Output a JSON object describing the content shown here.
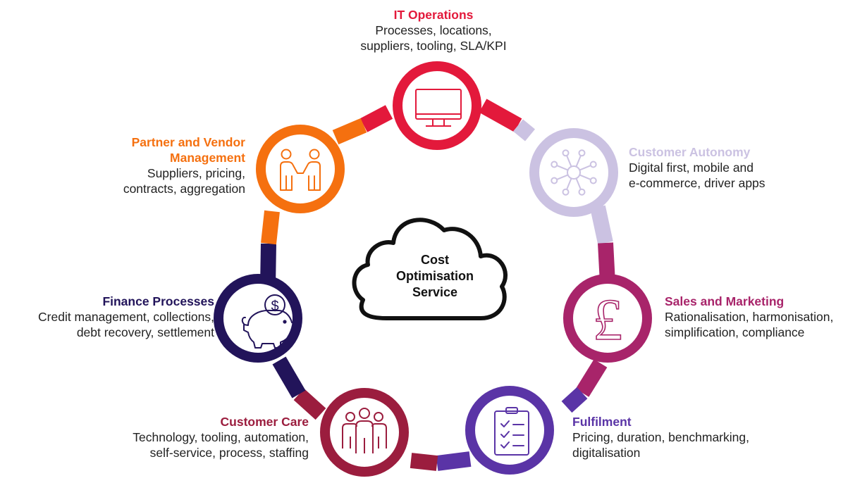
{
  "center": {
    "line1": "Cost",
    "line2": "Optimisation",
    "line3": "Service"
  },
  "nodes": [
    {
      "id": "it-operations",
      "title": "IT Operations",
      "desc1": "Processes, locations,",
      "desc2": "suppliers, tooling, SLA/KPI",
      "color": "#e3193b",
      "icon": "monitor-icon"
    },
    {
      "id": "customer-autonomy",
      "title": "Customer Autonomy",
      "desc1": "Digital first, mobile and",
      "desc2": "e-commerce, driver apps",
      "color": "#cbc2e2",
      "icon": "network-hub-icon"
    },
    {
      "id": "sales-marketing",
      "title": "Sales and Marketing",
      "desc1": "Rationalisation, harmonisation,",
      "desc2": "simplification, compliance",
      "color": "#a8246a",
      "icon": "pound-sign-icon"
    },
    {
      "id": "fulfilment",
      "title": "Fulfilment",
      "desc1": "Pricing, duration, benchmarking,",
      "desc2": "digitalisation",
      "color": "#5a34a6",
      "icon": "checklist-icon"
    },
    {
      "id": "customer-care",
      "title": "Customer Care",
      "desc1": "Technology, tooling, automation,",
      "desc2": "self-service, process, staffing",
      "color": "#9b1d3e",
      "icon": "team-icon"
    },
    {
      "id": "finance-processes",
      "title": "Finance Processes",
      "desc1": "Credit management, collections,",
      "desc2": "debt recovery, settlement",
      "color": "#22145a",
      "icon": "piggy-bank-icon"
    },
    {
      "id": "partner-vendor",
      "title": "Partner and Vendor",
      "title2": "Management",
      "desc1": "Suppliers, pricing,",
      "desc2": "contracts, aggregation",
      "color": "#f5700f",
      "icon": "handshake-icon"
    }
  ]
}
